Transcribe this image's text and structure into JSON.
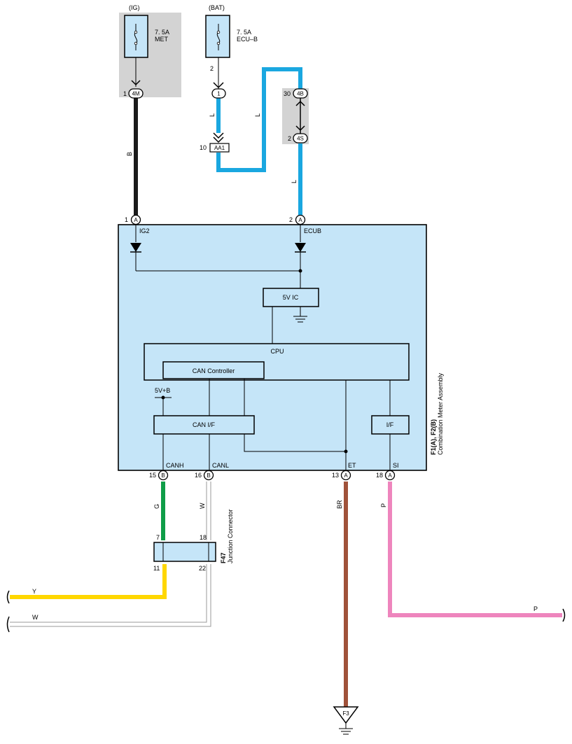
{
  "fuses": {
    "ig": {
      "source": "(IG)",
      "rating": "7. 5A",
      "name": "MET"
    },
    "bat": {
      "source": "(BAT)",
      "rating": "7. 5A",
      "name": "ECU–B",
      "pin": "2"
    }
  },
  "connectors": {
    "c4m": {
      "id": "4M",
      "pin": "1"
    },
    "c1": {
      "id": "1"
    },
    "aa1": {
      "id": "AA1",
      "pin": "10"
    },
    "c4b": {
      "id": "4B",
      "pin": "30"
    },
    "c4s": {
      "id": "4S",
      "pin": "2"
    },
    "a1": {
      "id": "A",
      "pin": "1"
    },
    "a2": {
      "id": "A",
      "pin": "2"
    },
    "b15": {
      "id": "B",
      "pin": "15"
    },
    "b16": {
      "id": "B",
      "pin": "16"
    },
    "a13": {
      "id": "A",
      "pin": "13"
    },
    "a18": {
      "id": "A",
      "pin": "18"
    }
  },
  "wires": {
    "b": "B",
    "l1": "L",
    "l2": "L",
    "l3": "L",
    "g": "G",
    "w": "W",
    "br": "BR",
    "p": "P",
    "y_out": "Y",
    "w_out": "W",
    "p_out": "P"
  },
  "meter": {
    "code": "F1(A), F2(B)",
    "name": "Combination Meter Assembly",
    "terms": {
      "ig2": "IG2",
      "ecub": "ECUB",
      "canh": "CANH",
      "canl": "CANL",
      "et": "ET",
      "si": "SI"
    },
    "blocks": {
      "ic": "5V IC",
      "cpu": "CPU",
      "can_ctrl": "CAN Controller",
      "can_if": "CAN I/F",
      "if": "I/F",
      "supply": "5V+B"
    }
  },
  "junction": {
    "code": "F47",
    "name": "Junction Connector",
    "pins": {
      "p7": "7",
      "p18": "18",
      "p11": "11",
      "p22": "22"
    }
  },
  "ground": {
    "code": "F3"
  },
  "colors": {
    "black_wire": "#1a1a1a",
    "blue_wire": "#1aa7e0",
    "green_wire": "#0f9d48",
    "white_wire": "#9a9a9a",
    "yellow_wire": "#ffd700",
    "brown_wire": "#a0523a",
    "pink_wire": "#ee85bd",
    "component_fill": "#c5e5f8",
    "shade": "#d3d3d3"
  }
}
